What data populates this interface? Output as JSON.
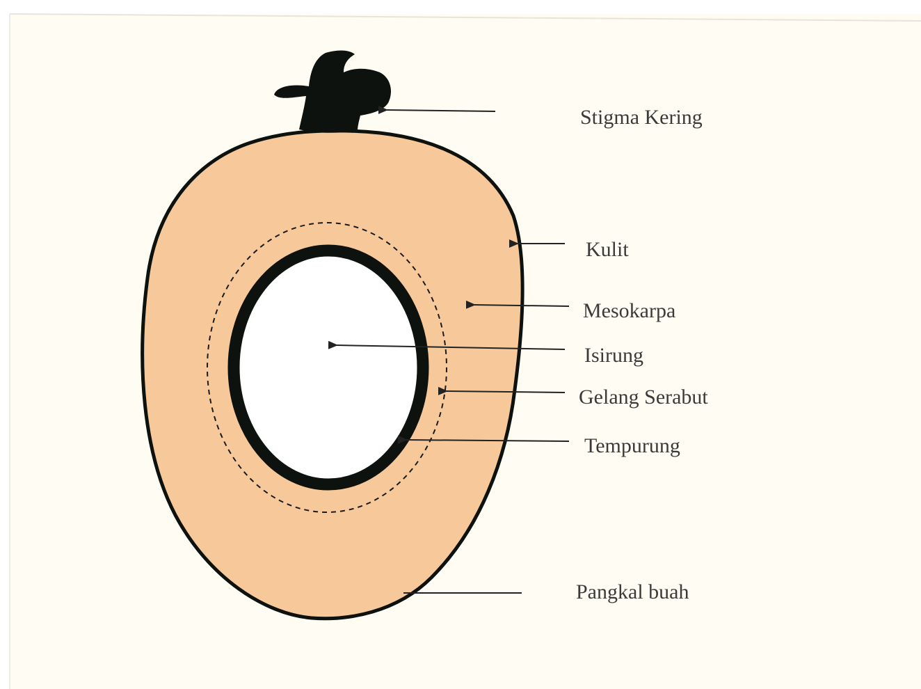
{
  "colors": {
    "page_background": "#fffdf3",
    "frame_outside": "#ffffff",
    "frame_line": "#e6e4dc",
    "mesocarp_fill": "#f7c99a",
    "outline": "#0d120e",
    "kernel_fill": "#ffffff",
    "stigma_fill": "#0d120e",
    "label_text": "#3a3a3a",
    "leader_line": "#222222"
  },
  "labels": {
    "stigma_kering": "Stigma Kering",
    "kulit": "Kulit",
    "mesokarpa": "Mesokarpa",
    "isirung": "Isirung",
    "gelang_serabut": "Gelang Serabut",
    "tempurung": "Tempurung",
    "pangkal_buah": "Pangkal buah"
  }
}
